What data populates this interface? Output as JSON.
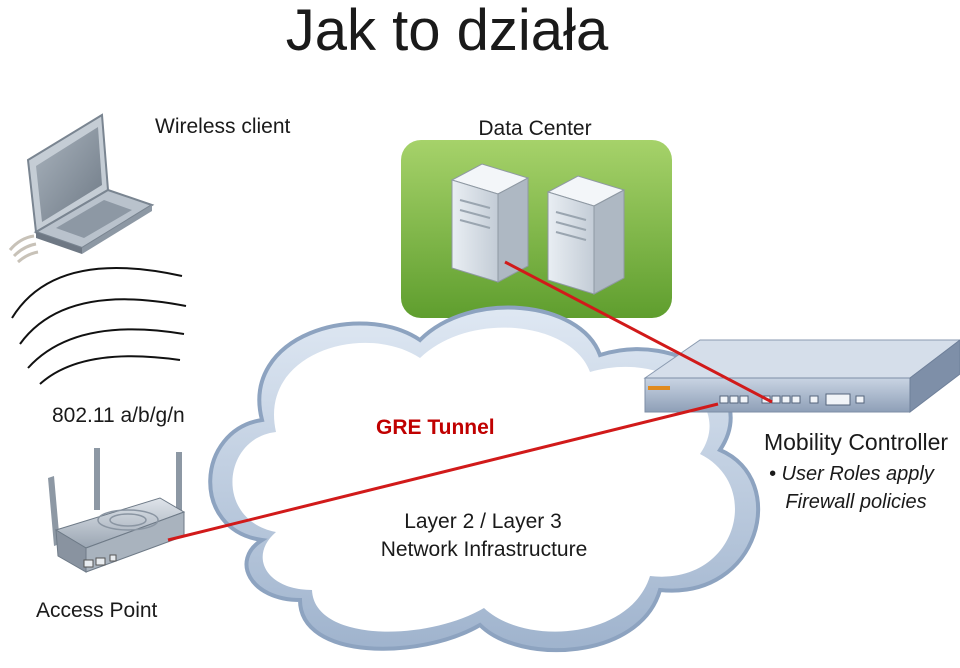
{
  "title": "Jak to działa",
  "labels": {
    "wireless_client": "Wireless client",
    "data_center": "Data Center",
    "wifi_standard": "802.11 a/b/g/n",
    "gre_tunnel": "GRE Tunnel",
    "infra_line1": "Layer 2 / Layer 3",
    "infra_line2": "Network Infrastructure",
    "mobility_controller": "Mobility Controller",
    "bullet_1": "• User Roles apply",
    "bullet_2": "Firewall policies",
    "access_point": "Access Point"
  },
  "colors": {
    "tunnel": "#d11a1a",
    "data_center_fill": "#7cb342",
    "cloud_edge": "#7f97b7"
  }
}
